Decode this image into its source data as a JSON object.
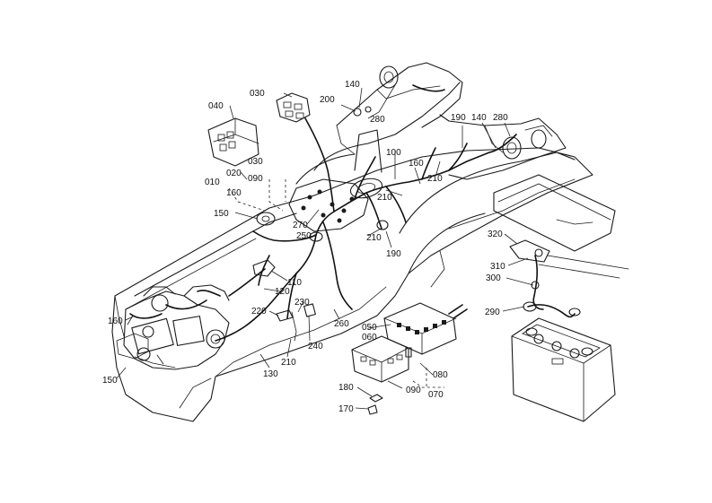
{
  "diagram": {
    "part_labels": [
      {
        "id": "030a",
        "text": "030"
      },
      {
        "id": "040",
        "text": "040"
      },
      {
        "id": "140a",
        "text": "140"
      },
      {
        "id": "200",
        "text": "200"
      },
      {
        "id": "280a",
        "text": "280"
      },
      {
        "id": "190a",
        "text": "190"
      },
      {
        "id": "140b",
        "text": "140"
      },
      {
        "id": "280b",
        "text": "280"
      },
      {
        "id": "100",
        "text": "100"
      },
      {
        "id": "160a",
        "text": "160"
      },
      {
        "id": "210a",
        "text": "210"
      },
      {
        "id": "210b",
        "text": "210"
      },
      {
        "id": "030b",
        "text": "030"
      },
      {
        "id": "020",
        "text": "020"
      },
      {
        "id": "090a",
        "text": "090"
      },
      {
        "id": "010",
        "text": "010"
      },
      {
        "id": "160b",
        "text": "160"
      },
      {
        "id": "150a",
        "text": "150"
      },
      {
        "id": "270",
        "text": "270"
      },
      {
        "id": "250",
        "text": "250"
      },
      {
        "id": "210c",
        "text": "210"
      },
      {
        "id": "190b",
        "text": "190"
      },
      {
        "id": "320",
        "text": "320"
      },
      {
        "id": "310",
        "text": "310"
      },
      {
        "id": "300",
        "text": "300"
      },
      {
        "id": "110",
        "text": "110"
      },
      {
        "id": "120",
        "text": "120"
      },
      {
        "id": "230",
        "text": "230"
      },
      {
        "id": "220",
        "text": "220"
      },
      {
        "id": "290",
        "text": "290"
      },
      {
        "id": "160c",
        "text": "160"
      },
      {
        "id": "260",
        "text": "260"
      },
      {
        "id": "050",
        "text": "050"
      },
      {
        "id": "060",
        "text": "060"
      },
      {
        "id": "240",
        "text": "240"
      },
      {
        "id": "210d",
        "text": "210"
      },
      {
        "id": "130",
        "text": "130"
      },
      {
        "id": "150b",
        "text": "150"
      },
      {
        "id": "080",
        "text": "080"
      },
      {
        "id": "180",
        "text": "180"
      },
      {
        "id": "090b",
        "text": "090"
      },
      {
        "id": "070",
        "text": "070"
      },
      {
        "id": "170",
        "text": "170"
      }
    ]
  }
}
